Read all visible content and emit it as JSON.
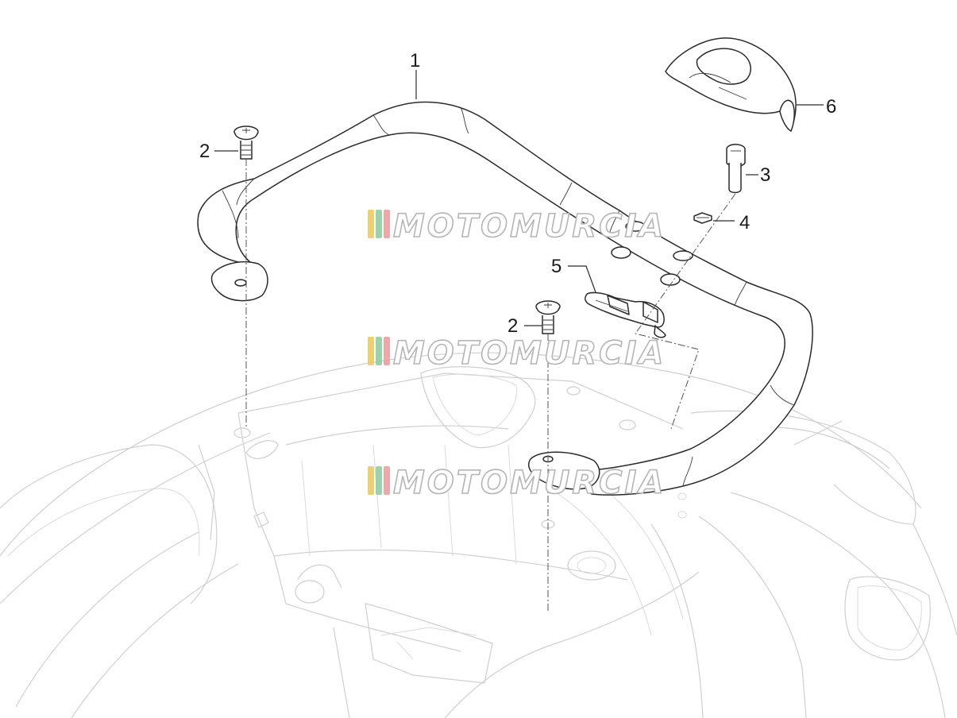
{
  "callouts": [
    {
      "id": "c1",
      "number": "1",
      "part": "grab-rail"
    },
    {
      "id": "c2a",
      "number": "2",
      "part": "screw"
    },
    {
      "id": "c2b",
      "number": "2",
      "part": "screw"
    },
    {
      "id": "c3",
      "number": "3",
      "part": "bolt"
    },
    {
      "id": "c4",
      "number": "4",
      "part": "nut-clip"
    },
    {
      "id": "c5",
      "number": "5",
      "part": "bracket"
    },
    {
      "id": "c6",
      "number": "6",
      "part": "cover"
    }
  ],
  "watermark": {
    "text": "MOTOMURCIA",
    "stripe_colors": [
      "#e8c95c",
      "#8fc89a",
      "#e89a9a"
    ]
  },
  "colors": {
    "part_line": "#2a2a2a",
    "background_line": "#cfcfcf"
  }
}
